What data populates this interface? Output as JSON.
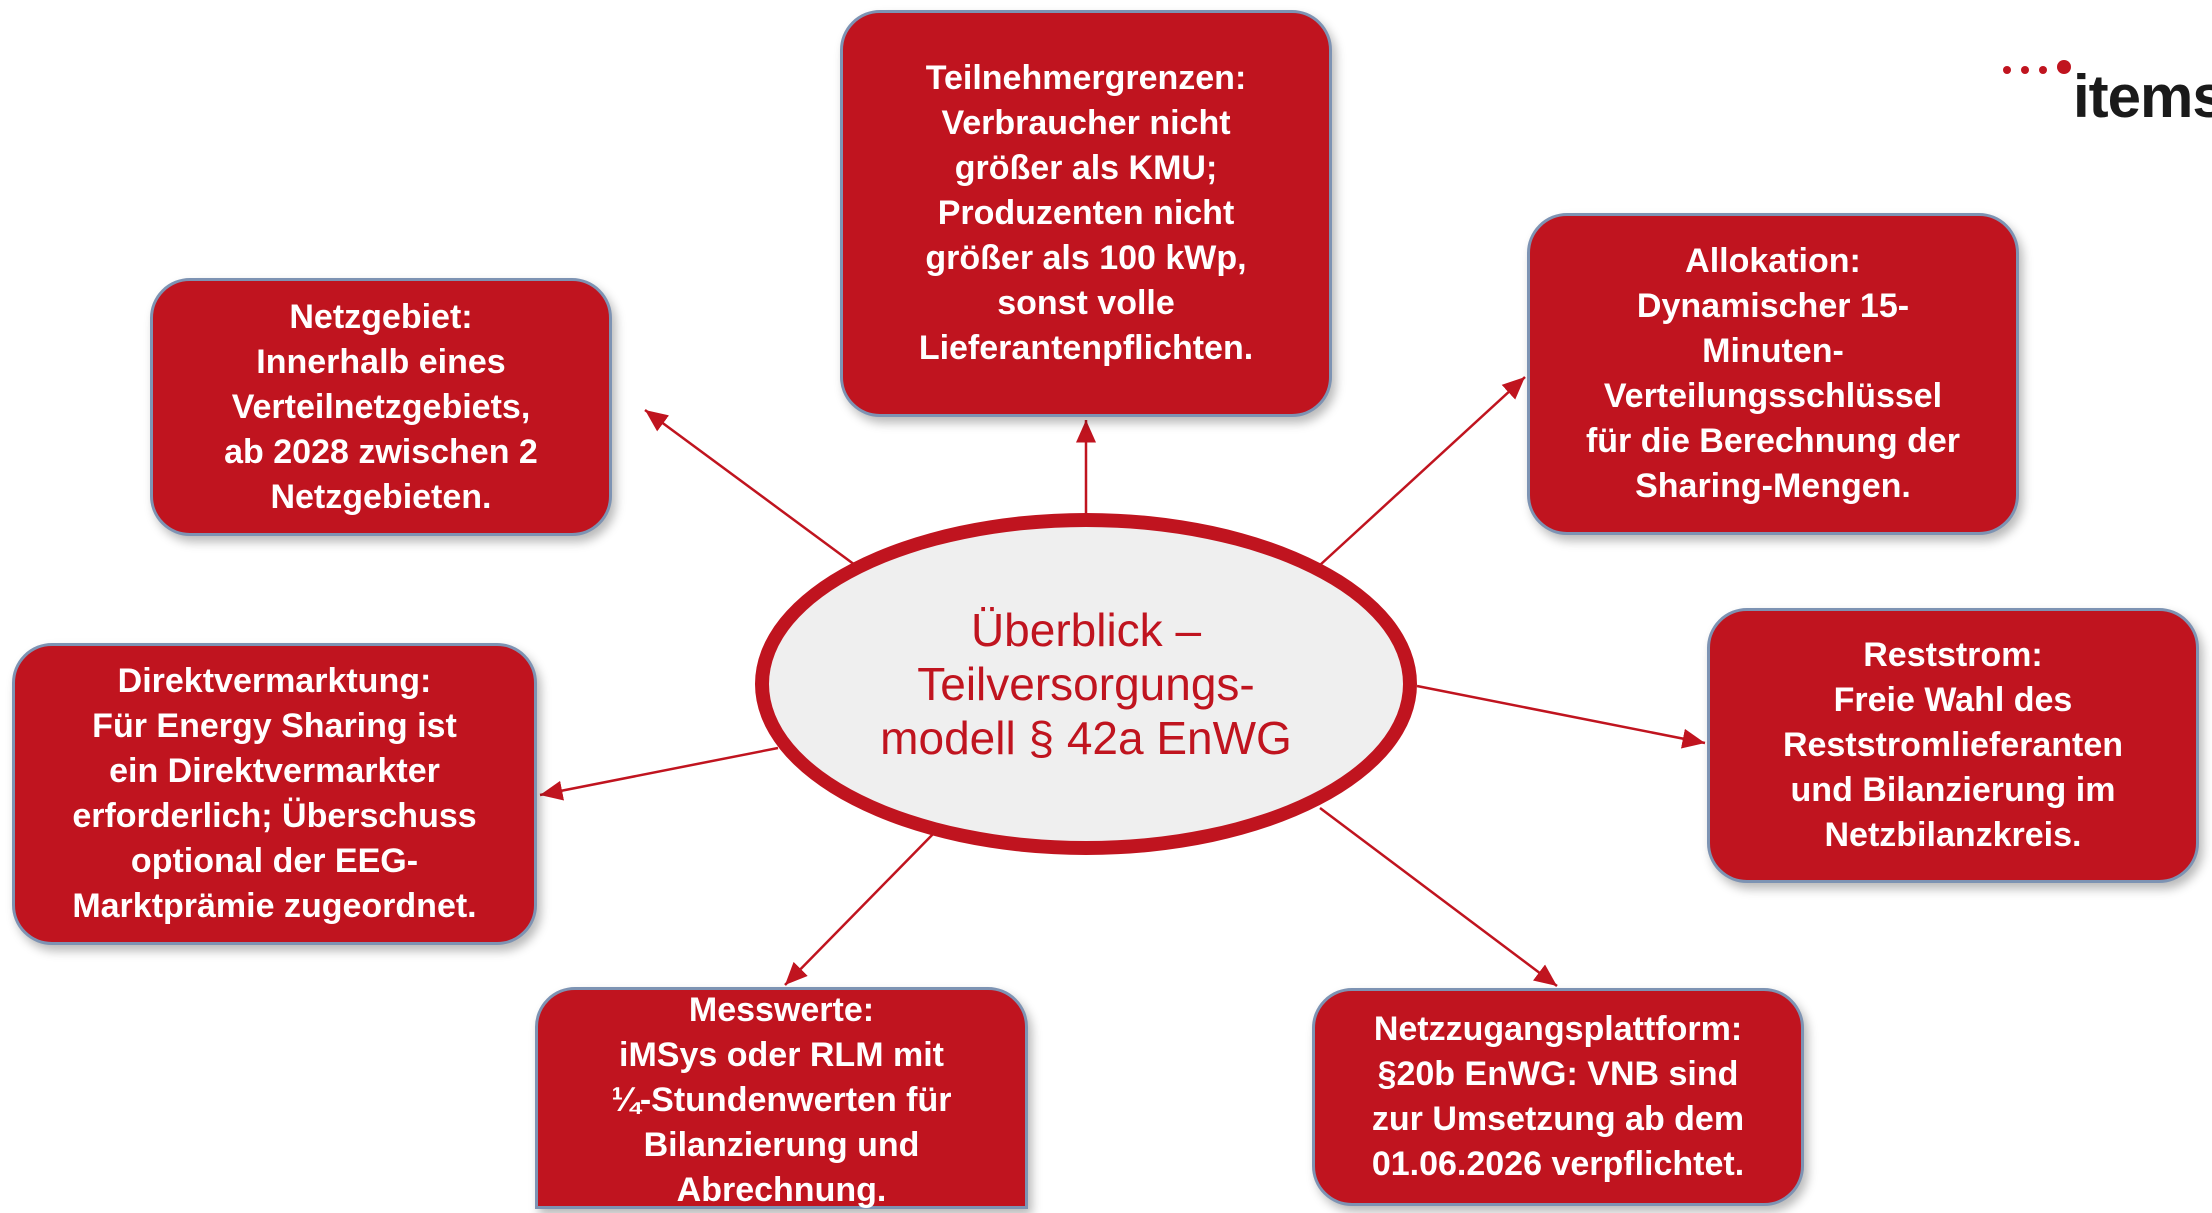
{
  "colors": {
    "box_fill": "#c0141f",
    "box_border": "#7d93b3",
    "center_fill": "#efefef",
    "center_text": "#c0141f",
    "arrow": "#c0141f"
  },
  "logo": {
    "text": "items",
    "icon": "dots-logo-icon"
  },
  "center": {
    "lines": [
      "Überblick –",
      "Teilversorgungs-",
      "modell § 42a EnWG"
    ]
  },
  "boxes": {
    "teilnehmer": {
      "lines": [
        "Teilnehmergrenzen:",
        "Verbraucher nicht",
        "größer als KMU;",
        "Produzenten nicht",
        "größer als 100 kWp,",
        "sonst volle",
        "Lieferantenpflichten."
      ]
    },
    "netzgebiet": {
      "lines": [
        "Netzgebiet:",
        "Innerhalb eines",
        "Verteilnetzgebiets,",
        "ab 2028 zwischen 2",
        "Netzgebieten."
      ]
    },
    "allokation": {
      "lines": [
        "Allokation:",
        "Dynamischer 15-",
        "Minuten-",
        "Verteilungsschlüssel",
        "für die Berechnung der",
        "Sharing-Mengen."
      ]
    },
    "direkt": {
      "lines": [
        "Direktvermarktung:",
        "Für Energy Sharing ist",
        "ein Direktvermarkter",
        "erforderlich; Überschuss",
        "optional der EEG-",
        "Marktprämie zugeordnet."
      ]
    },
    "reststrom": {
      "lines": [
        "Reststrom:",
        "Freie Wahl des",
        "Reststromlieferanten",
        "und Bilanzierung im",
        "Netzbilanzkreis."
      ]
    },
    "messwerte": {
      "lines": [
        "Messwerte:",
        "iMSys oder RLM mit",
        "¼-Stundenwerten für",
        "Bilanzierung und",
        "Abrechnung."
      ]
    },
    "netzzugang": {
      "lines": [
        "Netzzugangsplattform:",
        "§20b EnWG: VNB sind",
        "zur Umsetzung ab dem",
        "01.06.2026 verpflichtet."
      ]
    }
  }
}
